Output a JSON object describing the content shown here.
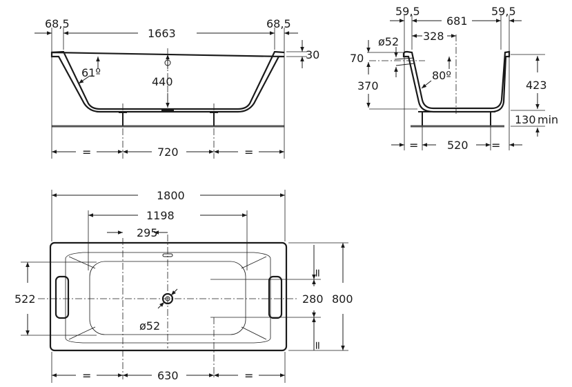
{
  "side_view": {
    "rim_left": "68,5",
    "inner_length": "1663",
    "rim_right": "68,5",
    "rim_height": "30",
    "wall_angle": "61º",
    "depth": "440",
    "eq_left": "=",
    "leg_spacing": "720",
    "eq_right": "="
  },
  "end_view": {
    "rim_left": "59,5",
    "inner_width": "681",
    "rim_right": "59,5",
    "drain_diameter": "ø52",
    "drain_offset": "328",
    "overflow_drop": "70",
    "overflow_height": "370",
    "wall_angle": "80º",
    "inner_depth": "423",
    "leg_height": "130",
    "leg_height_suffix": "min",
    "eq_left": "=",
    "leg_spacing": "520",
    "eq_right": "="
  },
  "plan_view": {
    "overall_length": "1800",
    "basin_length": "1198",
    "drain_offset": "295",
    "basin_width": "522",
    "leg_spacing_width": "280",
    "overall_width": "800",
    "drain_diameter": "ø52",
    "eq_left": "=",
    "leg_spacing_length": "630",
    "eq_right": "=",
    "eq_top": "=",
    "eq_bottom": "="
  }
}
